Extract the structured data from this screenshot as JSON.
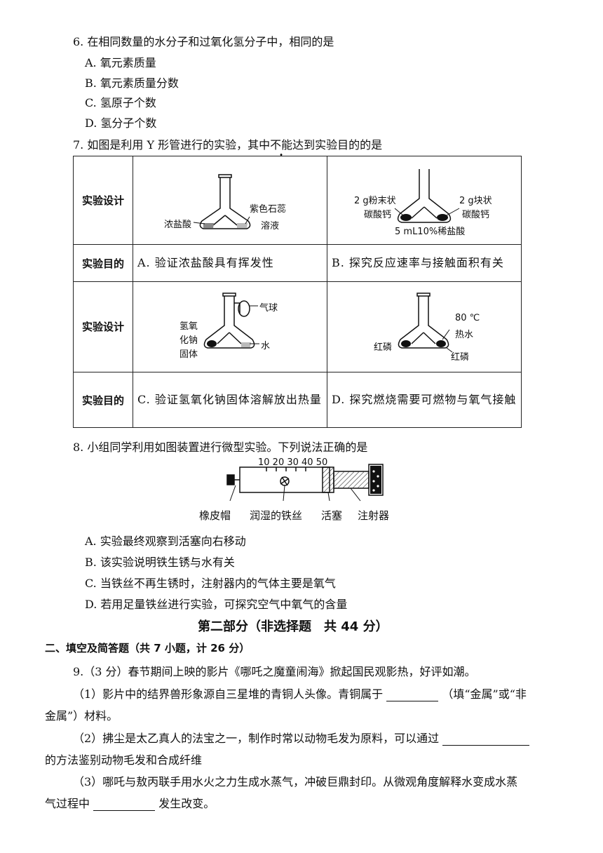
{
  "q6": {
    "stem": "6. 在相同数量的水分子和过氧化氢分子中，相同的是",
    "options": [
      "A. 氧元素质量",
      "B. 氧元素质量分数",
      "C. 氢原子个数",
      "D. 氢分子个数"
    ]
  },
  "q7": {
    "stem_before": "7. 如图是利用 Y 形管进行的实验，其中",
    "stem_emph": "不能",
    "stem_after": "达到实验目的的是",
    "row_design": "实验设计",
    "row_goal": "实验目的",
    "A": {
      "left": "浓盐酸",
      "right1": "紫色石蕊",
      "right2": "溶液",
      "goal": "A. 验证浓盐酸具有挥发性"
    },
    "B": {
      "left1": "2 g粉末状",
      "left2": "碳酸钙",
      "right1": "2 g块状",
      "right2": "碳酸钙",
      "bottom": "5 mL10%稀盐酸",
      "goal": "B. 探究反应速率与接触面积有关"
    },
    "C": {
      "balloon": "气球",
      "left1": "氢氧",
      "left2": "化钠",
      "left3": "固体",
      "right": "水",
      "goal": "C. 验证氢氧化钠固体溶解放出热量"
    },
    "D": {
      "temp": "80 ℃",
      "water": "热水",
      "left": "红磷",
      "right": "红磷",
      "goal": "D. 探究燃烧需要可燃物与氧气接触"
    }
  },
  "q8": {
    "stem": "8. 小组同学利用如图装置进行微型实验。下列说法正确的是",
    "scale": "10 20 30 40 50",
    "labels": [
      "橡皮帽",
      "润湿的铁丝",
      "活塞",
      "注射器"
    ],
    "options": [
      "A. 实验最终观察到活塞向右移动",
      "B. 该实验说明铁生锈与水有关",
      "C. 当铁丝不再生锈时，注射器内的气体主要是氧气",
      "D. 若用足量铁丝进行实验，可探究空气中氧气的含量"
    ]
  },
  "part2": {
    "title": "第二部分（非选择题　共 44 分）",
    "section": "二、填空及简答题（共 7 小题，计 26 分）"
  },
  "q9": {
    "stem": "9.（3 分）春节期间上映的影片《哪吒之魔童闹海》掀起国民观影热，好评如潮。",
    "p1a": "（1）影片中的结界兽形象源自三星堆的青铜人头像。青铜属于",
    "p1b": "（填“金属”或“非",
    "p1c": "金属”）材料。",
    "p2a": "（2）拂尘是太乙真人的法宝之一，制作时常以动物毛发为原料，可以通过",
    "p2b": "的方法鉴别动物毛发和合成纤维",
    "p3a": "（3）哪吒与敖丙联手用水火之力生成水蒸气，冲破巨鼎封印。从微观角度解释水变成水蒸",
    "p3b": "气过程中",
    "p3c": "发生改变。"
  }
}
